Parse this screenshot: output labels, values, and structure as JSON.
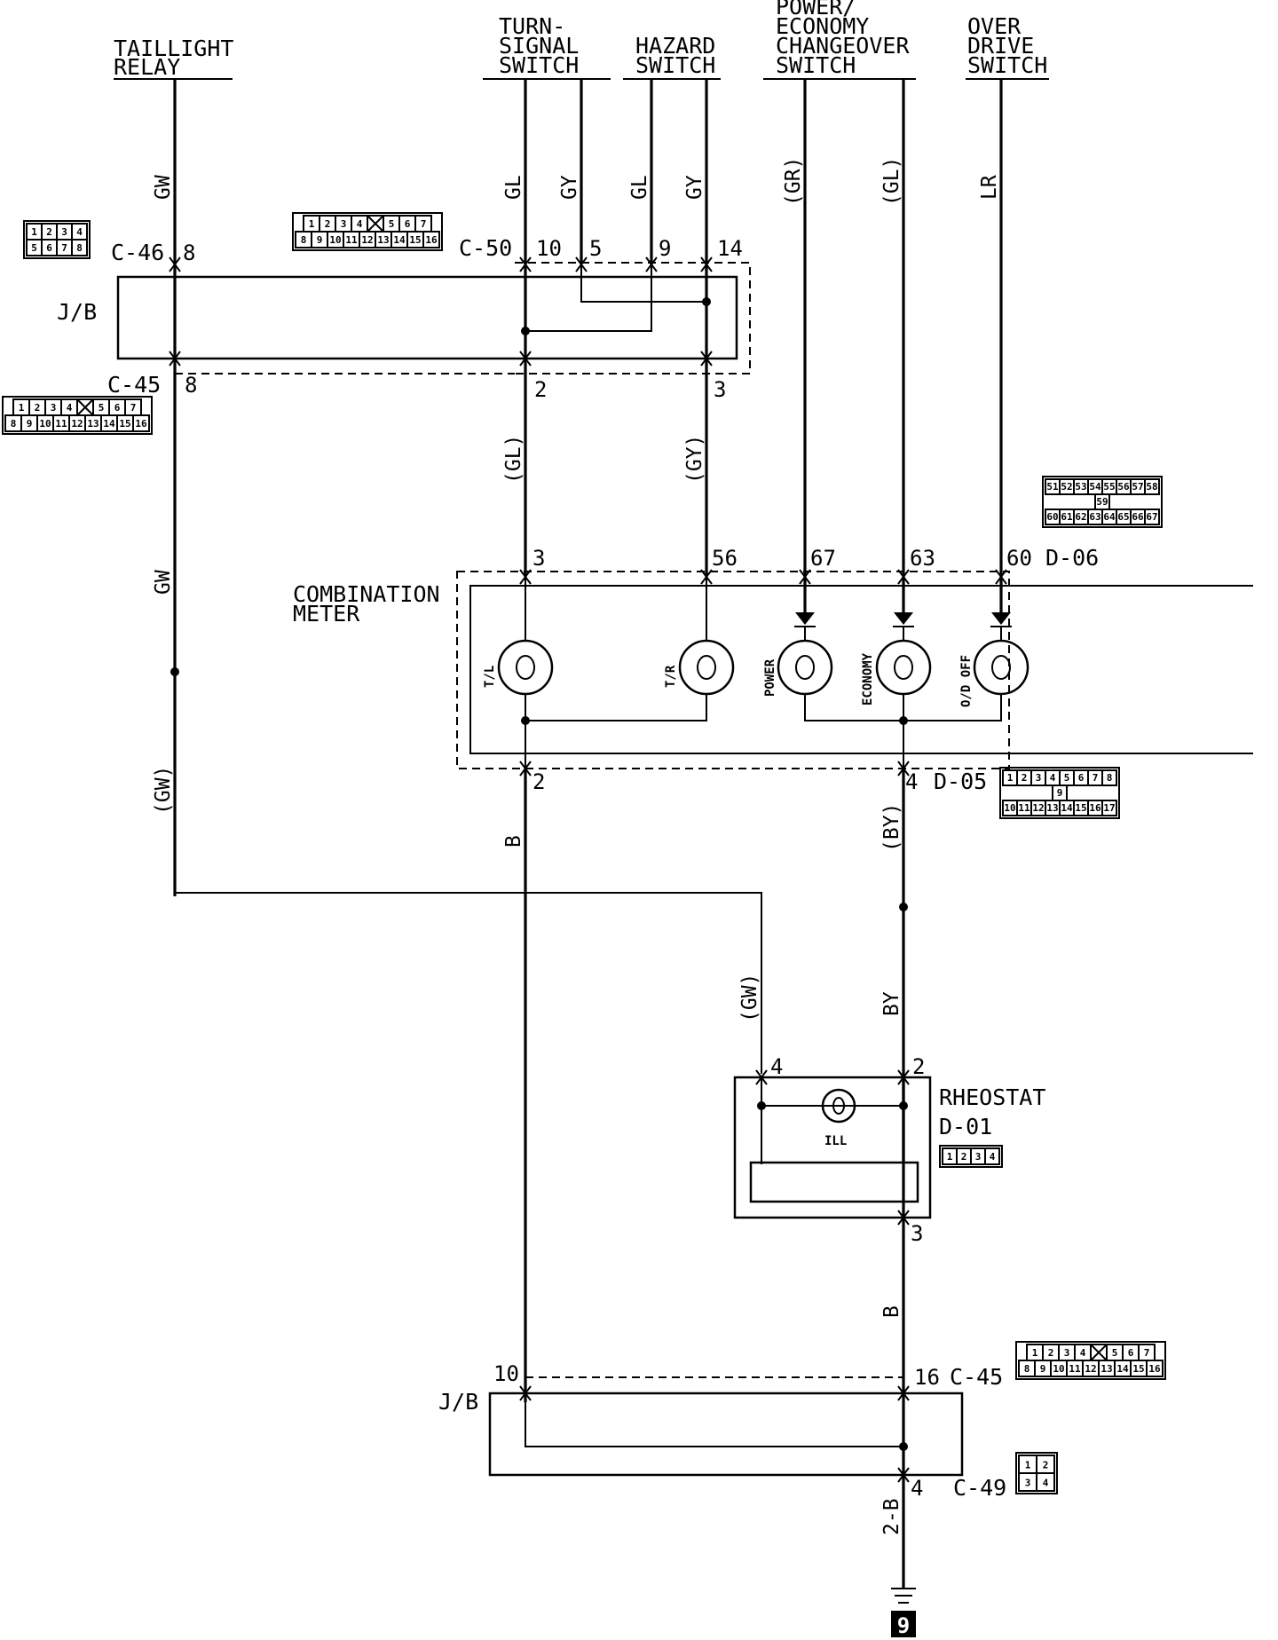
{
  "components": {
    "taillight_relay": [
      "TAILLIGHT",
      "RELAY"
    ],
    "turn_signal_switch": [
      "TURN-",
      "SIGNAL",
      "SWITCH"
    ],
    "hazard_switch": [
      "HAZARD",
      "SWITCH"
    ],
    "power_economy_switch": [
      "POWER/",
      "ECONOMY",
      "CHANGEOVER",
      "SWITCH"
    ],
    "overdrive_switch": [
      "OVER",
      "DRIVE",
      "SWITCH"
    ],
    "junction_block_top": "J/B",
    "junction_block_bottom": "J/B",
    "combination_meter": [
      "COMBINATION",
      "METER"
    ],
    "rheostat": "RHEOSTAT",
    "rheostat_connector": "D-01",
    "rheostat_lamp": "ILL"
  },
  "connectors": {
    "c46": "C-46",
    "c50": "C-50",
    "c45_top": "C-45",
    "d06": "D-06",
    "d05": "D-05",
    "c45_bottom": "C-45",
    "c49": "C-49"
  },
  "pins": {
    "c46_8": "8",
    "c50_10": "10",
    "c50_5": "5",
    "c50_9": "9",
    "c50_14": "14",
    "c45_8": "8",
    "c45_2": "2",
    "c45_3": "3",
    "d06_3": "3",
    "d06_56": "56",
    "d06_67": "67",
    "d06_63": "63",
    "d06_60": "60",
    "d05_2": "2",
    "d05_4": "4",
    "rheo_4": "4",
    "rheo_2": "2",
    "rheo_3": "3",
    "jb_10": "10",
    "jb_16": "16",
    "c49_4": "4"
  },
  "wire_colors": {
    "gw_top": "GW",
    "gl_top": "GL",
    "gy_top": "GY",
    "gl_hazard": "GL",
    "gy_hazard": "GY",
    "gr": "(GR)",
    "gl_power": "(GL)",
    "lr": "LR",
    "gl_mid": "(GL)",
    "gy_mid": "(GY)",
    "gw_mid": "GW",
    "gw_paren": "(GW)",
    "b_left": "B",
    "by_paren": "(BY)",
    "gw_rheo": "(GW)",
    "by": "BY",
    "b_right": "B",
    "two_b": "2-B"
  },
  "lamps": {
    "tl": "T/L",
    "tr": "T/R",
    "power": "POWER",
    "economy": "ECONOMY",
    "od_off": "O/D OFF"
  },
  "ground_point": "9",
  "connector_faces": {
    "c46": [
      [
        "1",
        "2",
        "3",
        "4"
      ],
      [
        "5",
        "6",
        "7",
        "8"
      ]
    ],
    "c50": [
      [
        "1",
        "2",
        "3",
        "4",
        "",
        "5",
        "6",
        "7"
      ],
      [
        "8",
        "9",
        "10",
        "11",
        "12",
        "13",
        "14",
        "15",
        "16"
      ]
    ],
    "c45": [
      [
        "1",
        "2",
        "3",
        "4",
        "",
        "5",
        "6",
        "7"
      ],
      [
        "8",
        "9",
        "10",
        "11",
        "12",
        "13",
        "14",
        "15",
        "16"
      ]
    ],
    "d06": [
      [
        "51",
        "52",
        "53",
        "54",
        "55",
        "56",
        "57",
        "58"
      ],
      [
        "59"
      ],
      [
        "60",
        "61",
        "62",
        "63",
        "64",
        "65",
        "66",
        "67"
      ]
    ],
    "d05": [
      [
        "1",
        "2",
        "3",
        "4",
        "5",
        "6",
        "7",
        "8"
      ],
      [
        "9"
      ],
      [
        "10",
        "11",
        "12",
        "13",
        "14",
        "15",
        "16",
        "17"
      ]
    ],
    "d01": [
      [
        "1",
        "2",
        "3",
        "4"
      ]
    ],
    "c49": [
      [
        "1",
        "2"
      ],
      [
        "3",
        "4"
      ]
    ]
  }
}
